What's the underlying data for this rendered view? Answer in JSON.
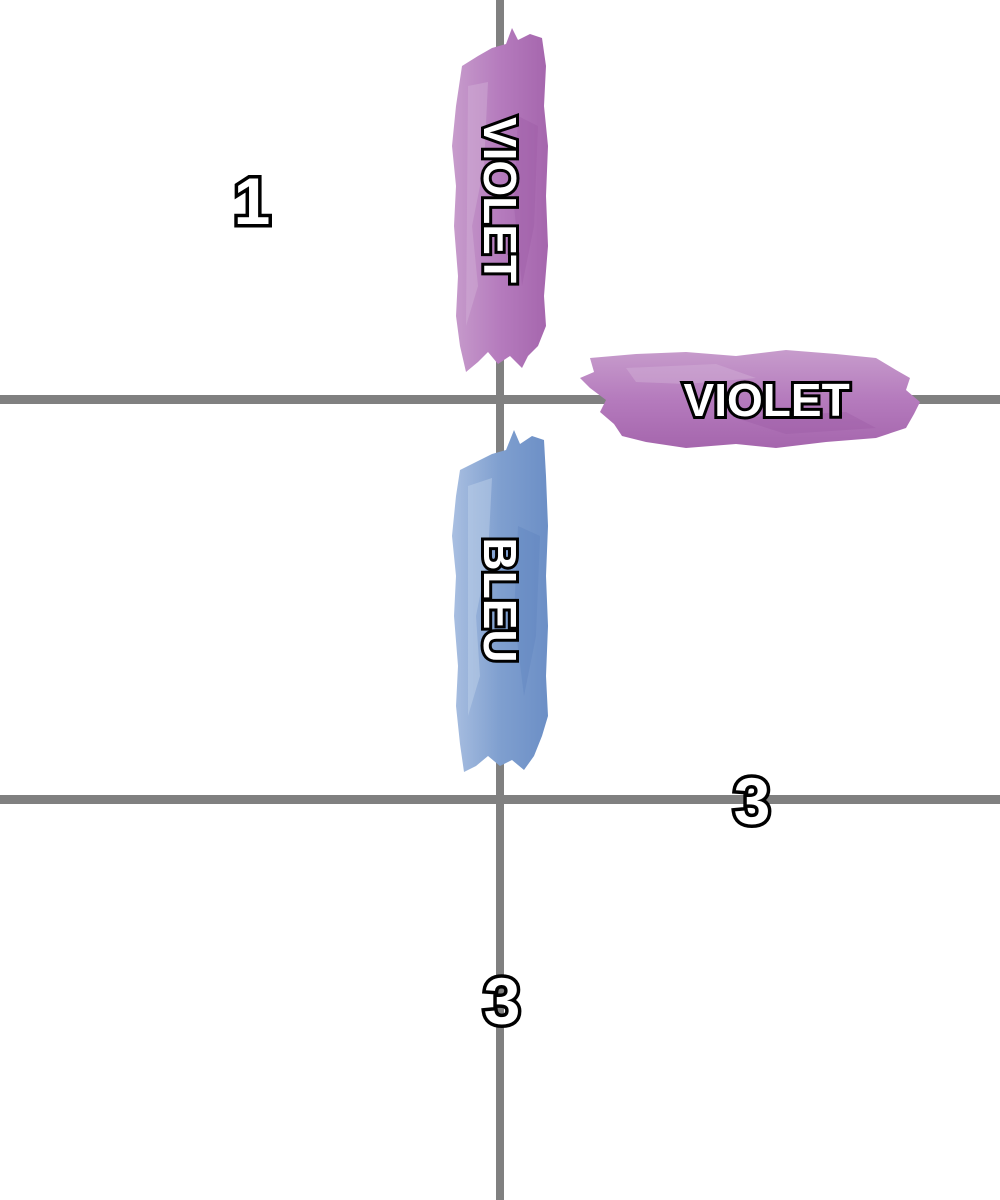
{
  "puzzle": {
    "clues": [
      {
        "text": "1"
      },
      {
        "text": "3"
      },
      {
        "text": "3"
      }
    ],
    "strips": [
      {
        "label": "VIOLET",
        "orientation": "vertical",
        "color": "#b57bbd"
      },
      {
        "label": "VIOLET",
        "orientation": "horizontal",
        "color": "#b57bbd"
      },
      {
        "label": "BLEU",
        "orientation": "vertical",
        "color": "#7f9fcf"
      }
    ]
  },
  "colors": {
    "background": "#ffffff",
    "grid_line": "#808080",
    "violet": "#b57bbd",
    "bleu": "#7f9fcf",
    "text_fill": "#ffffff",
    "text_outline": "#000000"
  }
}
